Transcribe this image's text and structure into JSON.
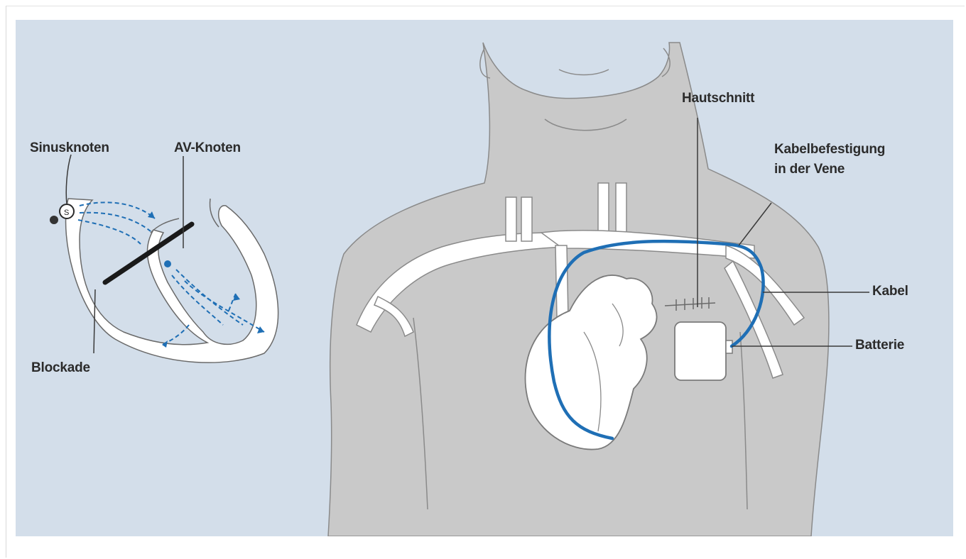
{
  "labels": {
    "sinusknoten": "Sinusknoten",
    "av_knoten": "AV-Knoten",
    "blockade": "Blockade",
    "hautschnitt": "Hautschnitt",
    "kabelbefestigung_1": "Kabelbefestigung",
    "kabelbefestigung_2": "in der Vene",
    "kabel": "Kabel",
    "batterie": "Batterie",
    "sinus_marker": "S"
  },
  "colors": {
    "background": "#d3deea",
    "body": "#c9c9c9",
    "outline": "#7a7a7a",
    "vessel_fill": "#ffffff",
    "lead_blue": "#1f6fb5",
    "block_black": "#1a1a1a",
    "label_text": "#2b2b2b"
  }
}
